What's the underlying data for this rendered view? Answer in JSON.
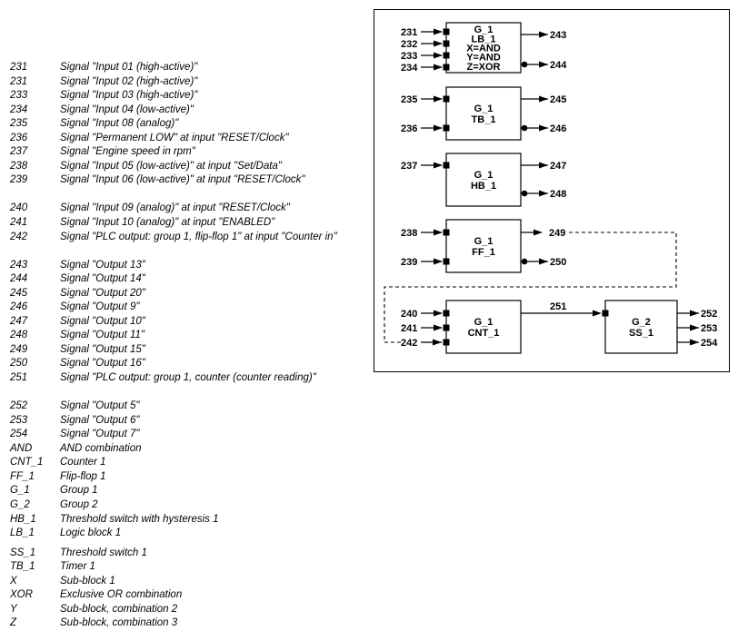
{
  "legend": [
    {
      "term": "231",
      "desc": "Signal \"Input 01 (high-active)\""
    },
    {
      "term": "231",
      "desc": "Signal \"Input 02 (high-active)\""
    },
    {
      "term": "233",
      "desc": "Signal \"Input 03 (high-active)\""
    },
    {
      "term": "234",
      "desc": "Signal \"Input 04 (low-active)\""
    },
    {
      "term": "235",
      "desc": "Signal \"Input 08 (analog)\""
    },
    {
      "term": "236",
      "desc": "Signal \"Permanent LOW\" at input \"RESET/Clock\""
    },
    {
      "term": "237",
      "desc": "Signal \"Engine speed in rpm\""
    },
    {
      "term": "238",
      "desc": "Signal \"Input 05 (low-active)\" at input \"Set/Data\""
    },
    {
      "term": "239",
      "desc": "Signal \"Input 06 (low-active)\" at input \"RESET/Clock\""
    },
    {
      "term": "240",
      "desc": "Signal \"Input 09 (analog)\" at input \"RESET/Clock\""
    },
    {
      "term": "241",
      "desc": "Signal \"Input 10 (analog)\" at input \"ENABLED\""
    },
    {
      "term": "242",
      "desc": "Signal \"PLC output: group 1, flip-flop 1\" at input \"Counter in\""
    },
    {
      "term": "243",
      "desc": "Signal \"Output 13\""
    },
    {
      "term": "244",
      "desc": "Signal \"Output 14\""
    },
    {
      "term": "245",
      "desc": "Signal \"Output 20\""
    },
    {
      "term": "246",
      "desc": "Signal \"Output 9\""
    },
    {
      "term": "247",
      "desc": "Signal \"Output 10\""
    },
    {
      "term": "248",
      "desc": "Signal \"Output 11\""
    },
    {
      "term": "249",
      "desc": "Signal \"Output 15\""
    },
    {
      "term": "250",
      "desc": "Signal \"Output 16\""
    },
    {
      "term": "251",
      "desc": "Signal \"PLC output: group 1, counter (counter reading)\""
    },
    {
      "term": "252",
      "desc": "Signal \"Output 5\""
    },
    {
      "term": "253",
      "desc": "Signal \"Output 6\""
    },
    {
      "term": "254",
      "desc": "Signal \"Output 7\""
    },
    {
      "term": "AND",
      "desc": "AND combination"
    },
    {
      "term": "CNT_1",
      "desc": "Counter 1"
    },
    {
      "term": "FF_1",
      "desc": "Flip-flop 1"
    },
    {
      "term": "G_1",
      "desc": "Group 1"
    },
    {
      "term": "G_2",
      "desc": "Group 2"
    },
    {
      "term": "HB_1",
      "desc": "Threshold switch with hysteresis 1"
    },
    {
      "term": "LB_1",
      "desc": "Logic block 1"
    },
    {
      "term": "SS_1",
      "desc": "Threshold switch 1"
    },
    {
      "term": "TB_1",
      "desc": "Timer 1"
    },
    {
      "term": "X",
      "desc": "Sub-block 1"
    },
    {
      "term": "XOR",
      "desc": "Exclusive OR combination"
    },
    {
      "term": "Y",
      "desc": "Sub-block, combination 2"
    },
    {
      "term": "Z",
      "desc": "Sub-block, combination 3"
    }
  ],
  "diagram": {
    "blocks": [
      {
        "id": "lb1",
        "lines": [
          "G_1",
          "LB_1",
          "X=AND",
          "Y=AND",
          "Z=XOR"
        ]
      },
      {
        "id": "tb1",
        "lines": [
          "G_1",
          "TB_1"
        ]
      },
      {
        "id": "hb1",
        "lines": [
          "G_1",
          "HB_1"
        ]
      },
      {
        "id": "ff1",
        "lines": [
          "G_1",
          "FF_1"
        ]
      },
      {
        "id": "cnt1",
        "lines": [
          "G_1",
          "CNT_1"
        ]
      },
      {
        "id": "ss1",
        "lines": [
          "G_2",
          "SS_1"
        ]
      }
    ],
    "inputs": [
      {
        "label": "231",
        "block": "lb1"
      },
      {
        "label": "232",
        "block": "lb1"
      },
      {
        "label": "233",
        "block": "lb1"
      },
      {
        "label": "234",
        "block": "lb1"
      },
      {
        "label": "235",
        "block": "tb1"
      },
      {
        "label": "236",
        "block": "tb1"
      },
      {
        "label": "237",
        "block": "hb1"
      },
      {
        "label": "238",
        "block": "ff1"
      },
      {
        "label": "239",
        "block": "ff1"
      },
      {
        "label": "240",
        "block": "cnt1"
      },
      {
        "label": "241",
        "block": "cnt1"
      },
      {
        "label": "242",
        "block": "cnt1"
      }
    ],
    "outputs": [
      {
        "label": "243",
        "block": "lb1",
        "marker": "arrow"
      },
      {
        "label": "244",
        "block": "lb1",
        "marker": "dot"
      },
      {
        "label": "245",
        "block": "tb1",
        "marker": "arrow"
      },
      {
        "label": "246",
        "block": "tb1",
        "marker": "dot"
      },
      {
        "label": "247",
        "block": "hb1",
        "marker": "arrow"
      },
      {
        "label": "248",
        "block": "hb1",
        "marker": "dot"
      },
      {
        "label": "249",
        "block": "ff1",
        "marker": "arrow"
      },
      {
        "label": "250",
        "block": "ff1",
        "marker": "dot"
      },
      {
        "label": "252",
        "block": "ss1",
        "marker": "arrow"
      },
      {
        "label": "253",
        "block": "ss1",
        "marker": "arrow"
      },
      {
        "label": "254",
        "block": "ss1",
        "marker": "arrow"
      }
    ],
    "link": {
      "label": "251",
      "from": "cnt1",
      "to": "ss1"
    },
    "feedback": {
      "from": "249",
      "to": "242"
    }
  }
}
